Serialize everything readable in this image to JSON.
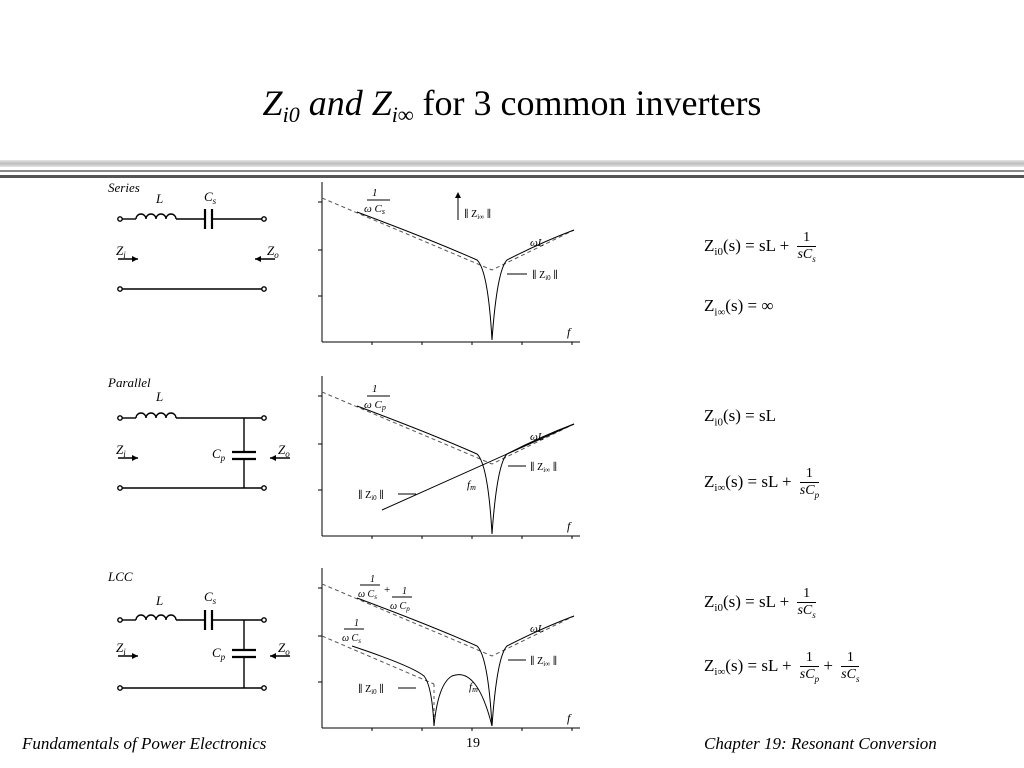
{
  "slide": {
    "title_parts": {
      "z1": "Z",
      "sub1": "i0",
      "and": " and ",
      "z2": "Z",
      "sub2": "i∞",
      "rest": " for 3 common inverters"
    },
    "footer_left": "Fundamentals of Power Electronics",
    "page_number": "19",
    "footer_right": "Chapter 19:  Resonant Conversion"
  },
  "series": {
    "label": "Series",
    "L": "L",
    "Cs": "C",
    "Cs_sub": "s",
    "Zi": "Z",
    "Zi_sub": "i",
    "Zo": "Z",
    "Zo_sub": "o",
    "plot": {
      "asym_low": "1",
      "asym_low_den": "ω C",
      "asym_low_sub": "s",
      "asym_high": "ωL",
      "zinf": "∥ Z",
      "zinf_sub": "i∞",
      "zinf_end": " ∥",
      "z0": "∥ Z",
      "z0_sub": "i0",
      "z0_end": " ∥",
      "f": "f"
    },
    "eq1": "Z",
    "eq1_sub": "i0",
    "eq1_rhs": "(s) = sL +",
    "eq1_num": "1",
    "eq1_den": "sC",
    "eq1_den_sub": "s",
    "eq2": "Z",
    "eq2_sub": "i∞",
    "eq2_rhs": "(s) = ∞"
  },
  "parallel": {
    "label": "Parallel",
    "L": "L",
    "Cp": "C",
    "Cp_sub": "p",
    "Zi": "Z",
    "Zi_sub": "i",
    "Zo": "Z",
    "Zo_sub": "o",
    "plot": {
      "asym_low": "1",
      "asym_low_den": "ω C",
      "asym_low_sub": "p",
      "asym_high": "ωL",
      "zinf": "∥ Z",
      "zinf_sub": "i∞",
      "zinf_end": " ∥",
      "z0": "∥ Z",
      "z0_sub": "i0",
      "z0_end": " ∥",
      "fm": "f",
      "fm_sub": "m",
      "f": "f"
    },
    "eq1": "Z",
    "eq1_sub": "i0",
    "eq1_rhs": "(s) = sL",
    "eq2": "Z",
    "eq2_sub": "i∞",
    "eq2_rhs": "(s) = sL +",
    "eq2_num": "1",
    "eq2_den": "sC",
    "eq2_den_sub": "p"
  },
  "lcc": {
    "label": "LCC",
    "L": "L",
    "Cs": "C",
    "Cs_sub": "s",
    "Cp": "C",
    "Cp_sub": "p",
    "Zi": "Z",
    "Zi_sub": "i",
    "Zo": "Z",
    "Zo_sub": "o",
    "plot": {
      "asym_a": "1",
      "asym_a_den": "ω C",
      "asym_a_sub": "s",
      "plus": "+",
      "asym_b": "1",
      "asym_b_den": "ω C",
      "asym_b_sub": "p",
      "asym_c": "1",
      "asym_c_den": "ω C",
      "asym_c_sub": "s",
      "asym_high": "ωL",
      "zinf": "∥ Z",
      "zinf_sub": "i∞",
      "zinf_end": " ∥",
      "z0": "∥ Z",
      "z0_sub": "i0",
      "z0_end": " ∥",
      "fm": "f",
      "fm_sub": "m",
      "f": "f"
    },
    "eq1": "Z",
    "eq1_sub": "i0",
    "eq1_rhs": "(s) = sL +",
    "eq1_num": "1",
    "eq1_den": "sC",
    "eq1_den_sub": "s",
    "eq2": "Z",
    "eq2_sub": "i∞",
    "eq2_rhs": "(s) = sL +",
    "eq2_num": "1",
    "eq2_den": "sC",
    "eq2_den_sub": "p",
    "eq2_plus": "+",
    "eq2_num2": "1",
    "eq2_den2": "sC",
    "eq2_den2_sub": "s"
  }
}
